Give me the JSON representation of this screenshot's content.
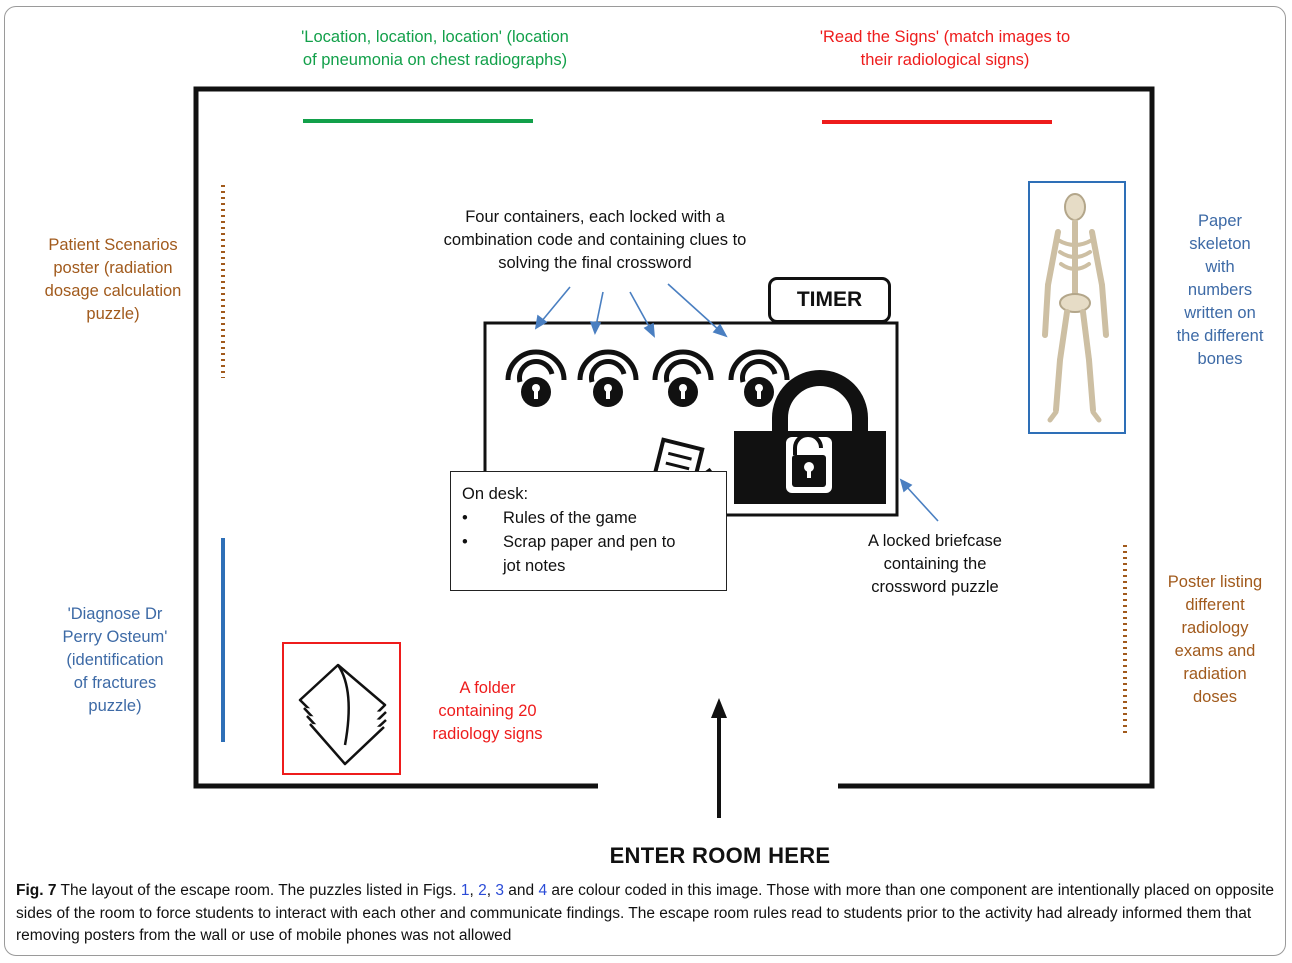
{
  "labels": {
    "location_puzzle": "'Location, location, location' (location of pneumonia on chest radiographs)",
    "location_line1": "'Location, location, location' (location",
    "location_line2": "of pneumonia on chest radiographs)",
    "signs_line1": "'Read the Signs' (match images to",
    "signs_line2": "their radiological signs)",
    "patient_line1": "Patient Scenarios",
    "patient_line2": "poster (radiation",
    "patient_line3": "dosage calculation",
    "patient_line4": "puzzle)",
    "containers_line1": "Four containers, each locked with a",
    "containers_line2": "combination code and containing clues to",
    "containers_line3": "solving the final crossword",
    "timer": "TIMER",
    "skeleton_line1": "Paper",
    "skeleton_line2": "skeleton",
    "skeleton_line3": "with",
    "skeleton_line4": "numbers",
    "skeleton_line5": "written on",
    "skeleton_line6": "the different",
    "skeleton_line7": "bones",
    "desk_title": "On desk:",
    "desk_item1": "Rules of the game",
    "desk_item2_line1": "Scrap paper and pen to",
    "desk_item2_line2": "jot notes",
    "briefcase_line1": "A locked briefcase",
    "briefcase_line2": "containing the",
    "briefcase_line3": "crossword puzzle",
    "diagnose_line1": "'Diagnose Dr",
    "diagnose_line2": "Perry Osteum'",
    "diagnose_line3": "(identification",
    "diagnose_line4": "of fractures",
    "diagnose_line5": "puzzle)",
    "folder_line1": "A folder",
    "folder_line2": "containing 20",
    "folder_line3": "radiology signs",
    "poster_line1": "Poster listing",
    "poster_line2": "different",
    "poster_line3": "radiology",
    "poster_line4": "exams and",
    "poster_line5": "radiation",
    "poster_line6": "doses",
    "enter": "ENTER ROOM HERE"
  },
  "caption": {
    "fig_label": "Fig. 7",
    "text_a": " The layout of the escape room. The puzzles listed in Figs. ",
    "ref1": "1",
    "sep1": ", ",
    "ref2": "2",
    "sep2": ", ",
    "ref3": "3",
    "sep3": " and ",
    "ref4": "4",
    "text_b": " are colour coded in this image. Those with more than one component are intentionally placed on opposite sides of the room to force students to interact with each other and communicate findings. The escape room rules read to students prior to the activity had already informed them that removing posters from the wall or use of mobile phones was not allowed"
  },
  "colors": {
    "green": "#12a04a",
    "red": "#ee1c1c",
    "brown": "#a15a1c",
    "blue": "#3d6aa6",
    "wall": "#111111"
  },
  "icons": [
    "padlock-icon",
    "briefcase-icon",
    "notepad-pen-icon",
    "book-icon",
    "skeleton-icon",
    "arrow-icon"
  ]
}
